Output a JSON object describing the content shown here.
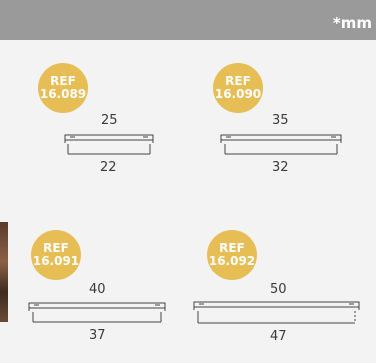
{
  "header": {
    "unit_label": "*mm"
  },
  "products": [
    {
      "ref_label": "REF",
      "ref_code": "16.089",
      "outer_width": "25",
      "inner_width": "22"
    },
    {
      "ref_label": "REF",
      "ref_code": "16.090",
      "outer_width": "35",
      "inner_width": "32"
    },
    {
      "ref_label": "REF",
      "ref_code": "16.091",
      "outer_width": "40",
      "inner_width": "37"
    },
    {
      "ref_label": "REF",
      "ref_code": "16.092",
      "outer_width": "50",
      "inner_width": "47"
    }
  ],
  "colors": {
    "badge": "#e7bd56",
    "header": "#9a9a9a",
    "background": "#f3f3f3"
  }
}
